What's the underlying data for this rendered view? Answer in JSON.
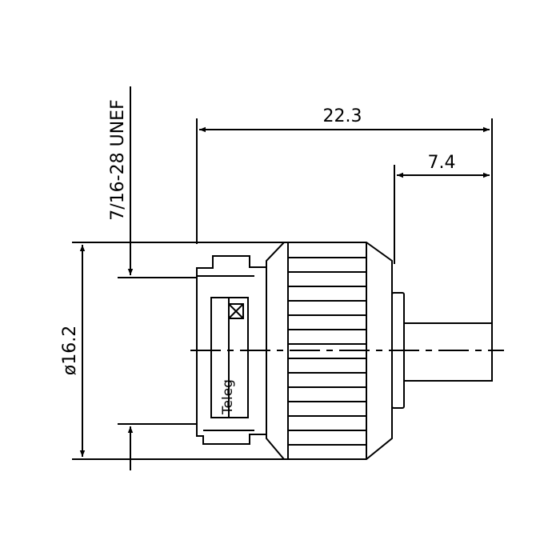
{
  "dimensions": {
    "overall_length": "22.3",
    "cable_length": "7.4",
    "diameter": "ø16.2",
    "thread": "7/16-28 UNEF"
  },
  "brand_mark": "Teleg",
  "colors": {
    "line": "#000000",
    "background": "#ffffff"
  }
}
